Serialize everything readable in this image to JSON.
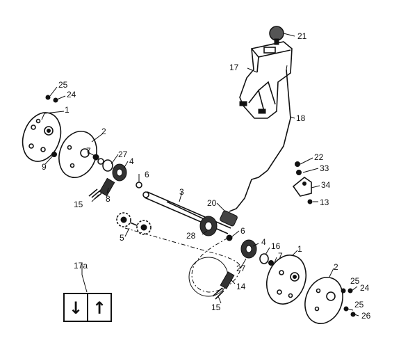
{
  "diagram": {
    "callouts": {
      "c1_top": "1",
      "c2_top": "2",
      "c3": "3",
      "c4_top": "4",
      "c5": "5",
      "c6_top": "6",
      "c7_top": "7",
      "c8": "8",
      "c9": "9",
      "c13": "13",
      "c14": "14",
      "c15_top": "15",
      "c15_bot": "15",
      "c16": "16",
      "c17": "17",
      "c17a": "17a",
      "c18": "18",
      "c20": "20",
      "c21": "21",
      "c22": "22",
      "c24_top": "24",
      "c24_bot": "24",
      "c25_top": "25",
      "c25_bot_a": "25",
      "c25_bot_b": "25",
      "c26": "26",
      "c27_top": "27",
      "c27_bot": "27",
      "c28": "28",
      "c33": "33",
      "c34": "34",
      "c1_bot": "1",
      "c2_bot": "2",
      "c4_bot": "4",
      "c6_bot": "6",
      "c7_bot": "7"
    },
    "label_box": {
      "down_arrow": "↓",
      "up_arrow": "↑"
    }
  }
}
